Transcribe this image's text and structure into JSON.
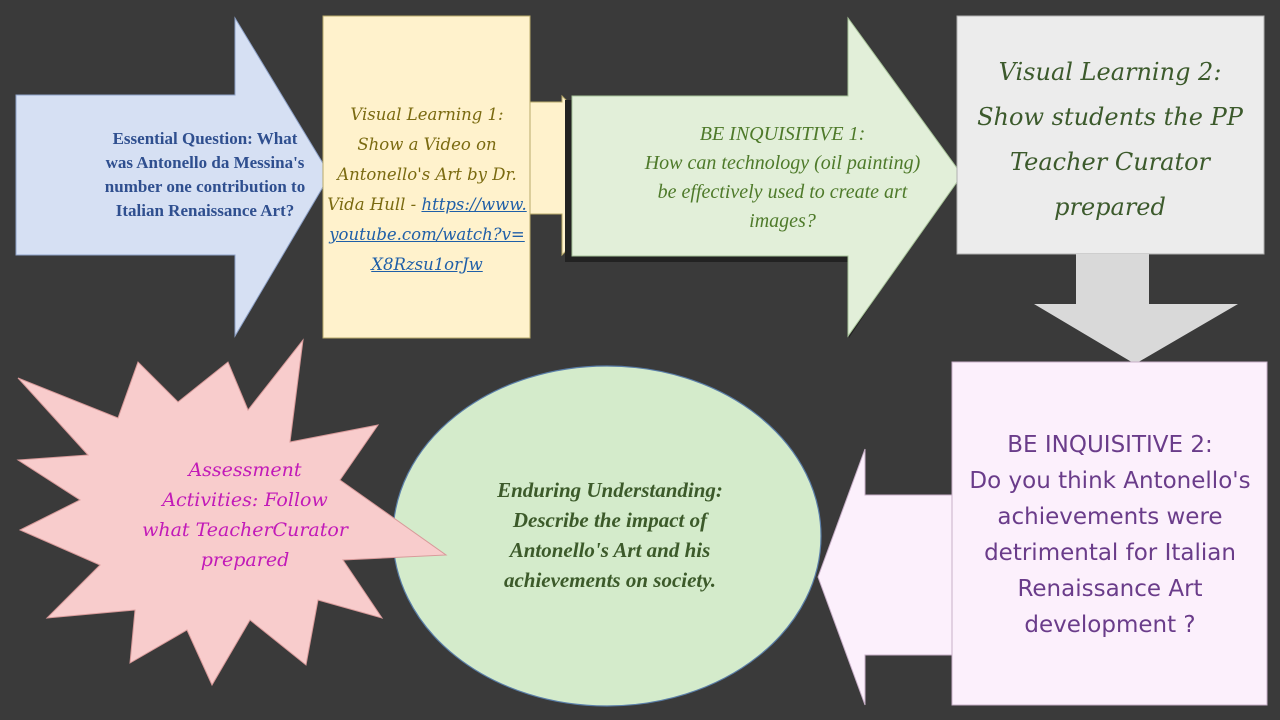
{
  "colors": {
    "background": "#3a3a3a",
    "essential_fill": "#d6e0f3",
    "visual1_fill": "#fff2cc",
    "inquisitive1_fill": "#e2efd9",
    "visual2_fill": "#ececec",
    "down_arrow_fill": "#d9d9d9",
    "inquisitive2_fill": "#fcf0fc",
    "enduring_fill": "#d4ebcb",
    "assessment_fill": "#f8cccc"
  },
  "essential_question": {
    "text": "Essential Question: What was Antonello da Messina's number one contribution to Italian Renaissance Art?"
  },
  "visual_learning_1": {
    "text": "Visual Learning 1: Show a Video on Antonello's Art by Dr. Vida Hull - ",
    "link": "https://www.youtube.com/watch?v=X8Rzsu1orJw"
  },
  "be_inquisitive_1": {
    "heading": "BE INQUISITIVE 1:",
    "text": "How can technology (oil painting) be effectively used to create art images?"
  },
  "visual_learning_2": {
    "text": "Visual Learning 2: Show students the PP Teacher Curator prepared"
  },
  "be_inquisitive_2": {
    "heading": "BE INQUISITIVE 2:",
    "text": "Do you think Antonello's achievements were detrimental for Italian Renaissance Art development ?"
  },
  "enduring_understanding": {
    "text": "Enduring Understanding: Describe the impact of Antonello's Art and his achievements on society."
  },
  "assessment": {
    "text": "Assessment Activities: Follow what TeacherCurator prepared"
  }
}
